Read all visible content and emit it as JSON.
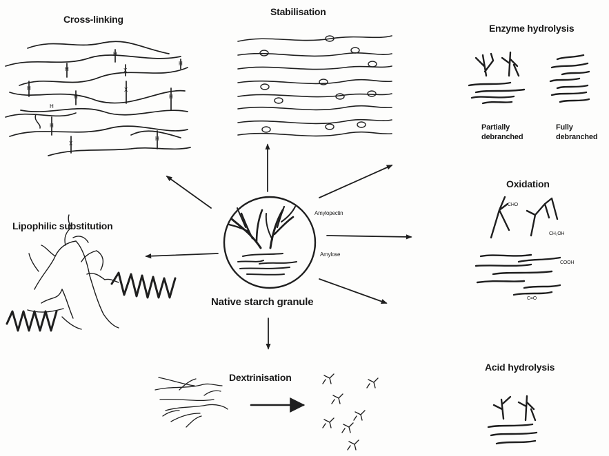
{
  "labels": {
    "cross_linking": "Cross-linking",
    "stabilisation": "Stabilisation",
    "enzyme_hydrolysis": "Enzyme hydrolysis",
    "partially_debranched": "Partially\ndebranched",
    "fully_debranched": "Fully\ndebranched",
    "oxidation": "Oxidation",
    "lipophilic_substitution": "Lipophilic substitution",
    "native_starch_granule": "Native starch granule",
    "amylopectin": "Amylopectin",
    "amylose": "Amylose",
    "dextrinisation": "Dextrinisation",
    "acid_hydrolysis": "Acid hydrolysis"
  },
  "crosslink_marks": [
    "H",
    "H",
    "H",
    "X",
    "H",
    "H",
    "X",
    "H",
    "H",
    "H",
    "X",
    "H"
  ],
  "oxidation_marks": {
    "group_a": "CHO",
    "group_b": "CH₂OH",
    "group_c": "COOH",
    "group_d": "C=O"
  }
}
